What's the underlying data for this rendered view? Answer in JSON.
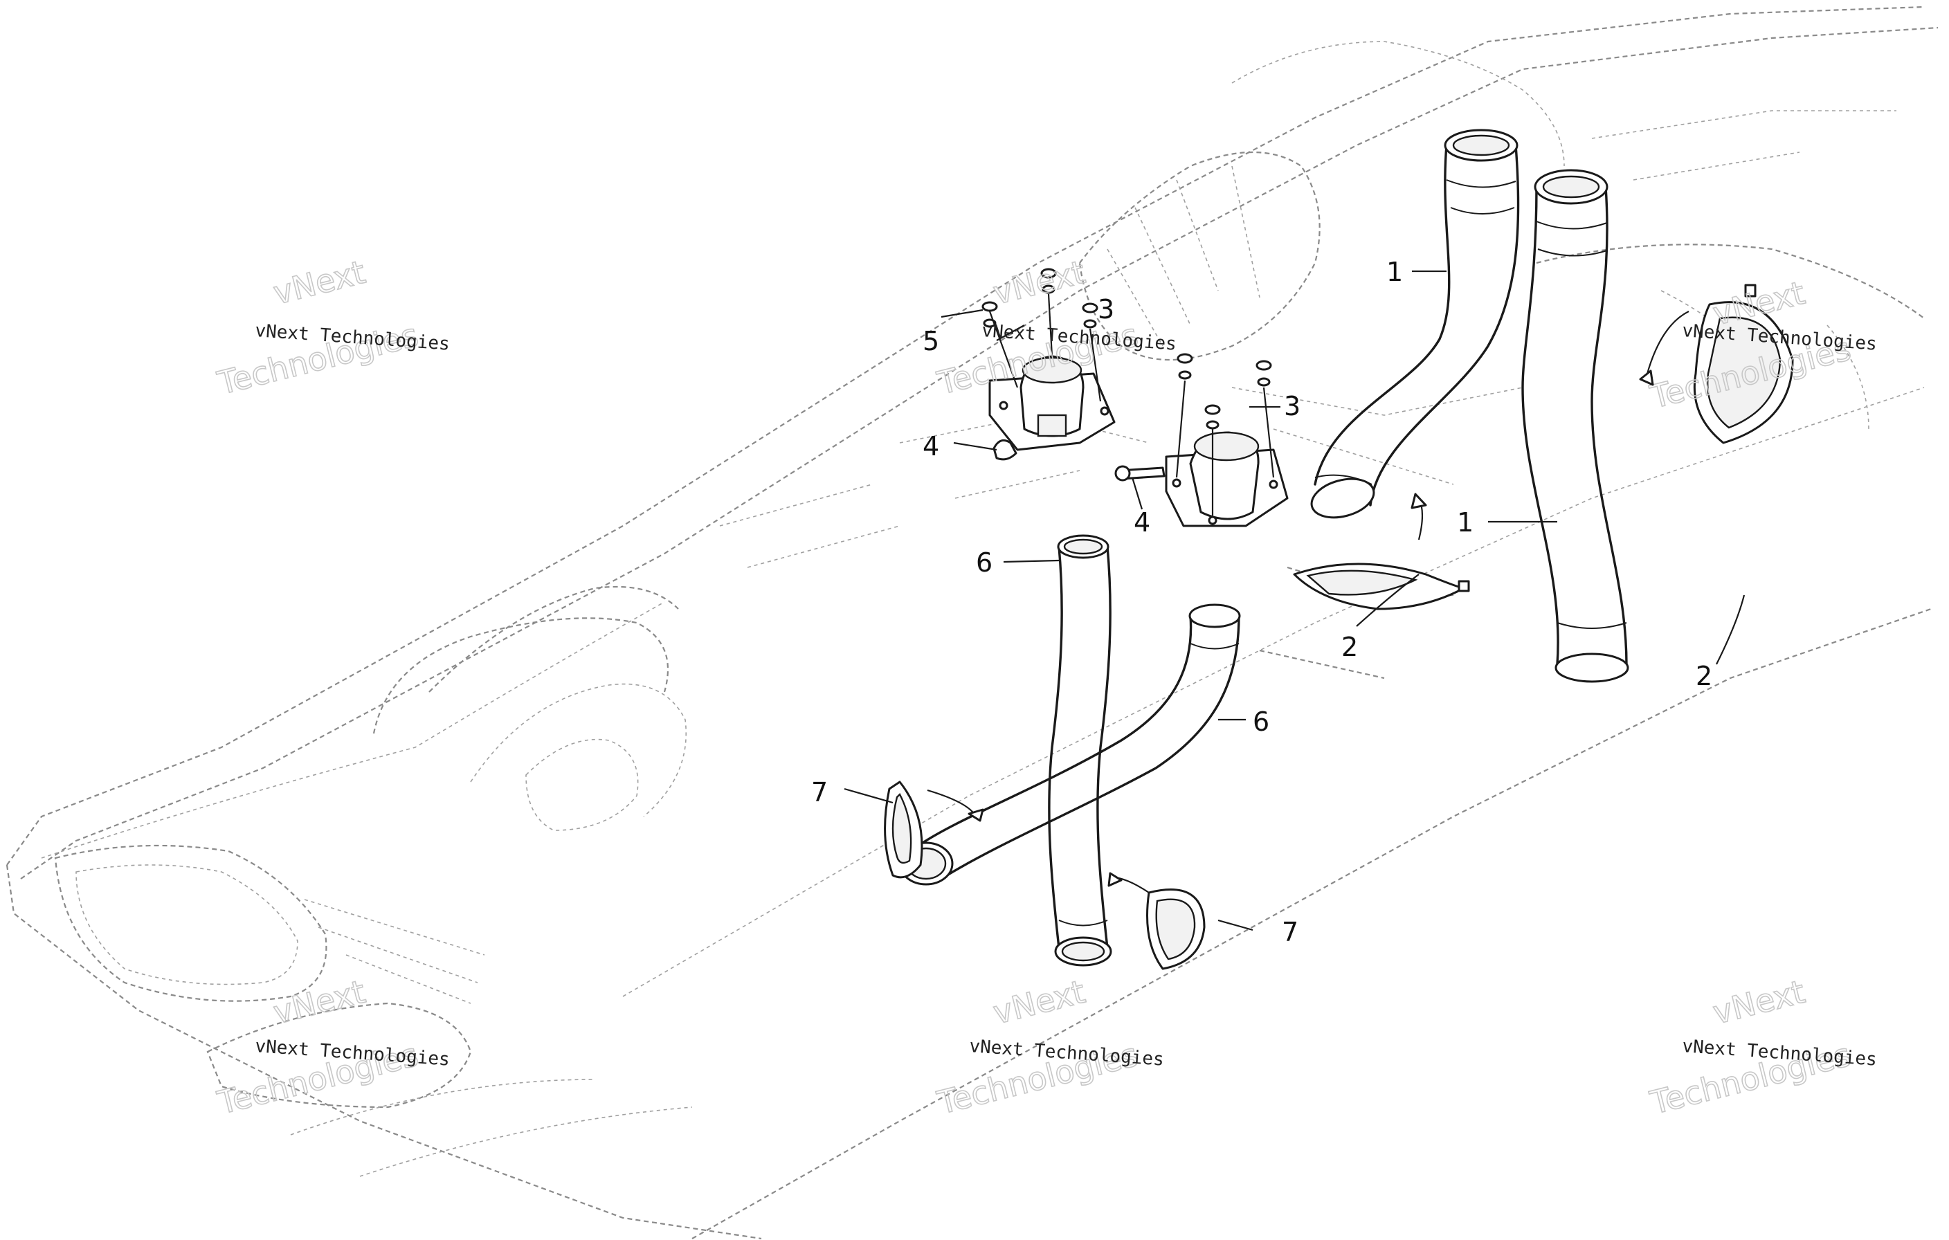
{
  "callouts": {
    "c1a": "1",
    "c1b": "1",
    "c2a": "2",
    "c2b": "2",
    "c3a": "3",
    "c3b": "3",
    "c4a": "4",
    "c4b": "4",
    "c5": "5",
    "c6a": "6",
    "c6b": "6",
    "c7a": "7",
    "c7b": "7"
  },
  "watermark": {
    "line_small": "vNext Technologies",
    "line_big_1": "vNext",
    "line_big_2": "Technologies"
  },
  "colors": {
    "line": "#1a1a1a",
    "hull": "#8a8a8a",
    "watermark": "#c8c8c8",
    "background": "#ffffff"
  }
}
